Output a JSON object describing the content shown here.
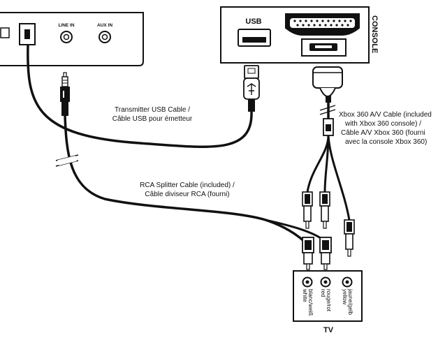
{
  "transmitter": {
    "ports": {
      "line_in": "LINE IN",
      "aux_in": "AUX IN"
    }
  },
  "console": {
    "usb_label": "USB",
    "console_label": "CONSOLE"
  },
  "cables": {
    "usb_cable": {
      "line1": "Transmitter USB Cable /",
      "line2": "Câble USB pour émetteur"
    },
    "rca_splitter": {
      "line1": "RCA Splitter Cable (included) /",
      "line2": "Câble diviseur RCA (fourni)"
    },
    "av_cable": {
      "line1": "Xbox 360 A/V Cable (included",
      "line2": "with Xbox 360 console) /",
      "line3": "Câble A/V Xbox 360 (fourni",
      "line4": "avec la console Xbox 360)"
    }
  },
  "tv": {
    "label": "TV",
    "jacks": [
      {
        "name": "white",
        "line1": "white",
        "line2": "blanc/weiß"
      },
      {
        "name": "red",
        "line1": "red",
        "line2": "rouge/rot"
      },
      {
        "name": "yellow",
        "line1": "yellow",
        "line2": "jaune/gelb"
      }
    ]
  },
  "colors": {
    "ink": "#111111",
    "background": "#ffffff"
  }
}
